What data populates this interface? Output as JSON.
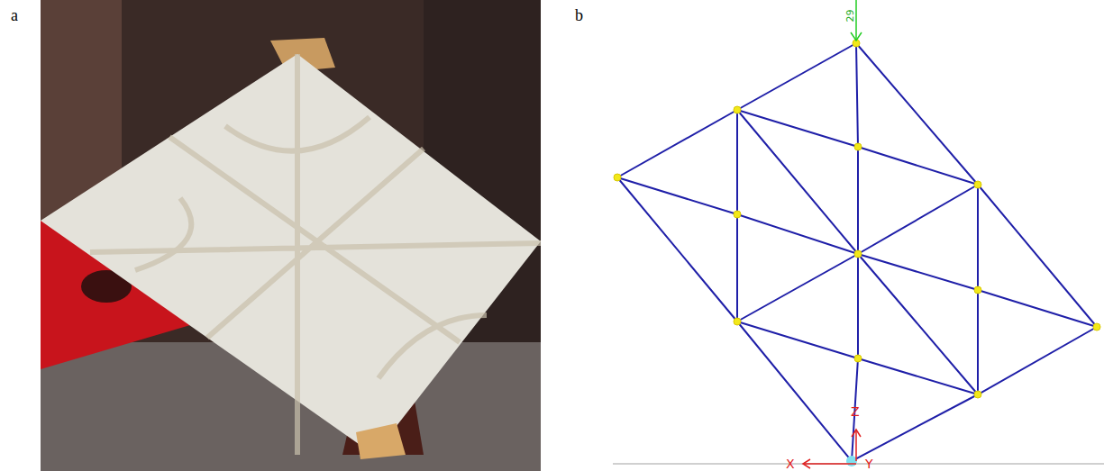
{
  "diagram": {
    "labels": [
      "a",
      "b",
      "29",
      "Z",
      "X",
      "Y"
    ]
  }
}
